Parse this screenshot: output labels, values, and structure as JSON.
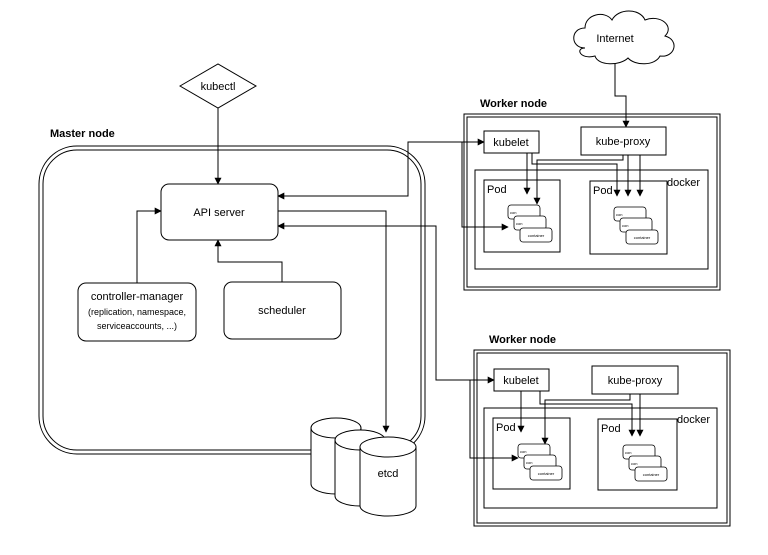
{
  "internet": {
    "label": "Internet"
  },
  "kubectl": {
    "label": "kubectl"
  },
  "master": {
    "title": "Master node",
    "api_server": "API server",
    "controller_manager": {
      "line1": "controller-manager",
      "line2": "(replication, namespace,",
      "line3": "serviceaccounts, ...)"
    },
    "scheduler": "scheduler",
    "etcd": "etcd"
  },
  "workers": [
    {
      "title": "Worker node",
      "kubelet": "kubelet",
      "kube_proxy": "kube-proxy",
      "docker": "docker",
      "pods": [
        {
          "label": "Pod",
          "containers": [
            "con",
            "con",
            "container"
          ]
        },
        {
          "label": "Pod",
          "containers": [
            "con",
            "con",
            "container"
          ]
        }
      ]
    },
    {
      "title": "Worker node",
      "kubelet": "kubelet",
      "kube_proxy": "kube-proxy",
      "docker": "docker",
      "pods": [
        {
          "label": "Pod",
          "containers": [
            "con",
            "con",
            "container"
          ]
        },
        {
          "label": "Pod",
          "containers": [
            "con",
            "con",
            "container"
          ]
        }
      ]
    }
  ]
}
